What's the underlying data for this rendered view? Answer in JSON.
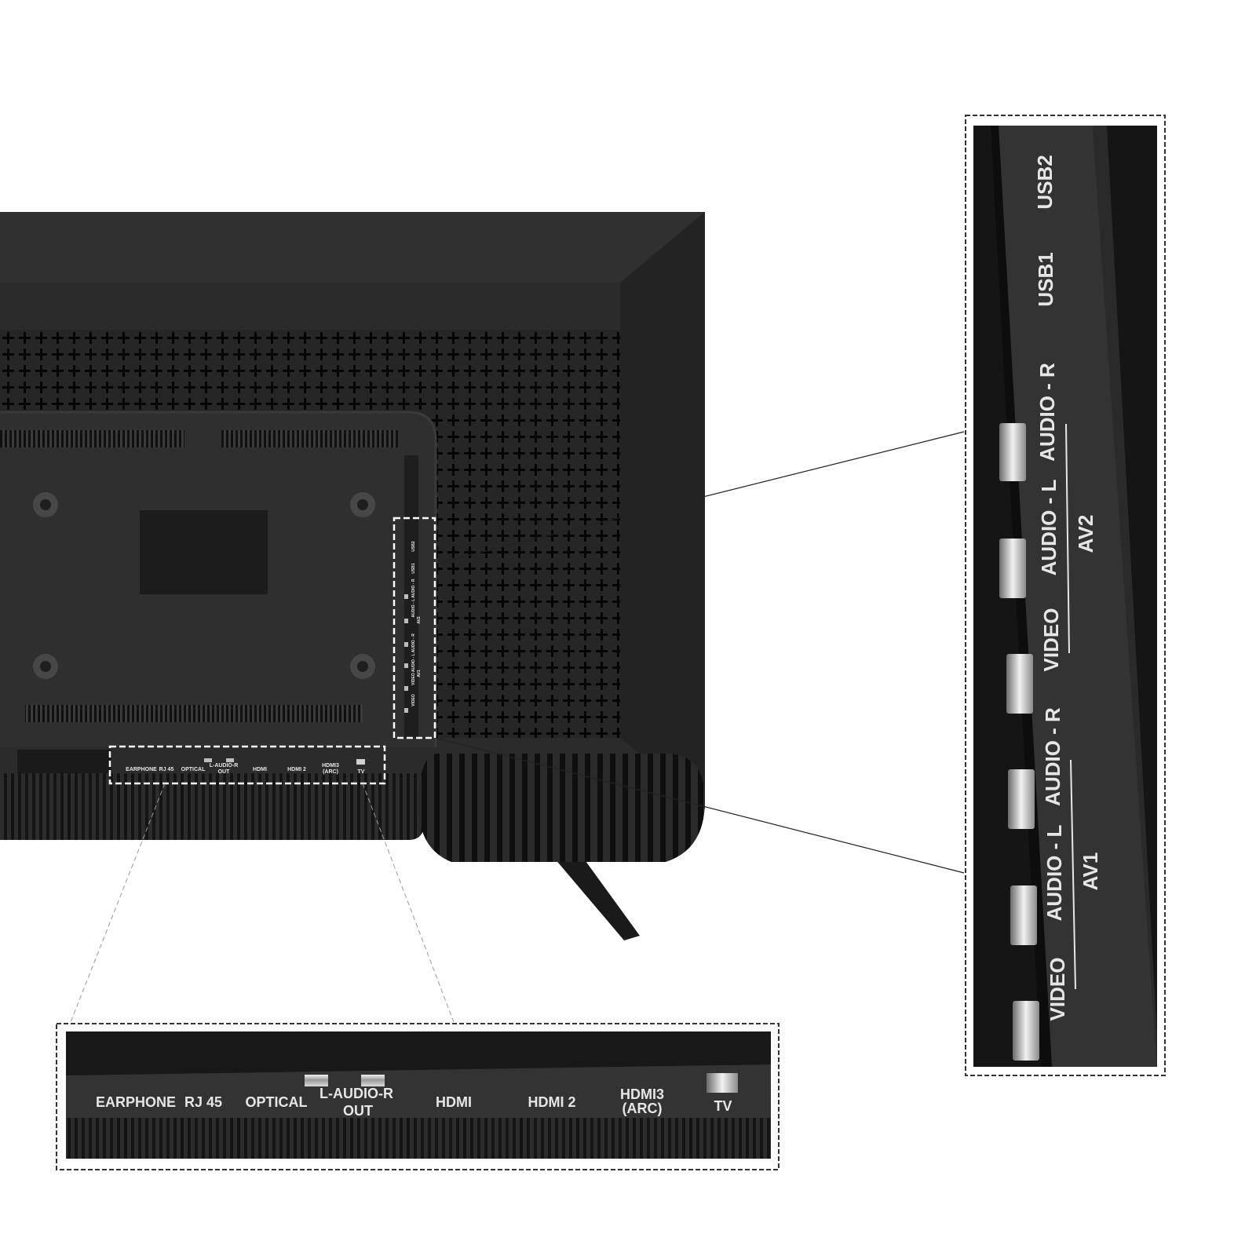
{
  "colors": {
    "background": "#ffffff",
    "tv_body": "#2b2b2b",
    "tv_panel": "#333333",
    "label_text": "#e6e6e6",
    "connector": "#bdbdbd",
    "callout_border": "#333333"
  },
  "tv_back_labels": {
    "side": [
      "USB2",
      "USB1",
      "AUDIO - L  AUDIO - R",
      "AV2",
      "VIDEO  AUDIO - L  AUDIO - R",
      "AV1",
      "VIDEO"
    ],
    "bottom": {
      "earphone": "EARPHONE",
      "rj45": "RJ 45",
      "optical": "OPTICAL",
      "audio_out_1": "L-AUDIO-R",
      "audio_out_2": "OUT",
      "hdmi": "HDMI",
      "hdmi2": "HDMI 2",
      "hdmi3_1": "HDMI3",
      "hdmi3_2": "(ARC)",
      "tv": "TV"
    }
  },
  "side_panel": {
    "usb2": "USB2",
    "usb1": "USB1",
    "av2": {
      "audio_r": "AUDIO - R",
      "audio_l": "AUDIO - L",
      "video": "VIDEO",
      "group": "AV2"
    },
    "av1": {
      "audio_r": "AUDIO - R",
      "audio_l": "AUDIO - L",
      "video": "VIDEO",
      "group": "AV1"
    }
  },
  "bottom_panel": {
    "earphone": "EARPHONE",
    "rj45": "RJ 45",
    "optical": "OPTICAL",
    "audio_out_1": "L-AUDIO-R",
    "audio_out_2": "OUT",
    "hdmi": "HDMI",
    "hdmi2": "HDMI 2",
    "hdmi3_1": "HDMI3",
    "hdmi3_2": "(ARC)",
    "tv": "TV"
  }
}
